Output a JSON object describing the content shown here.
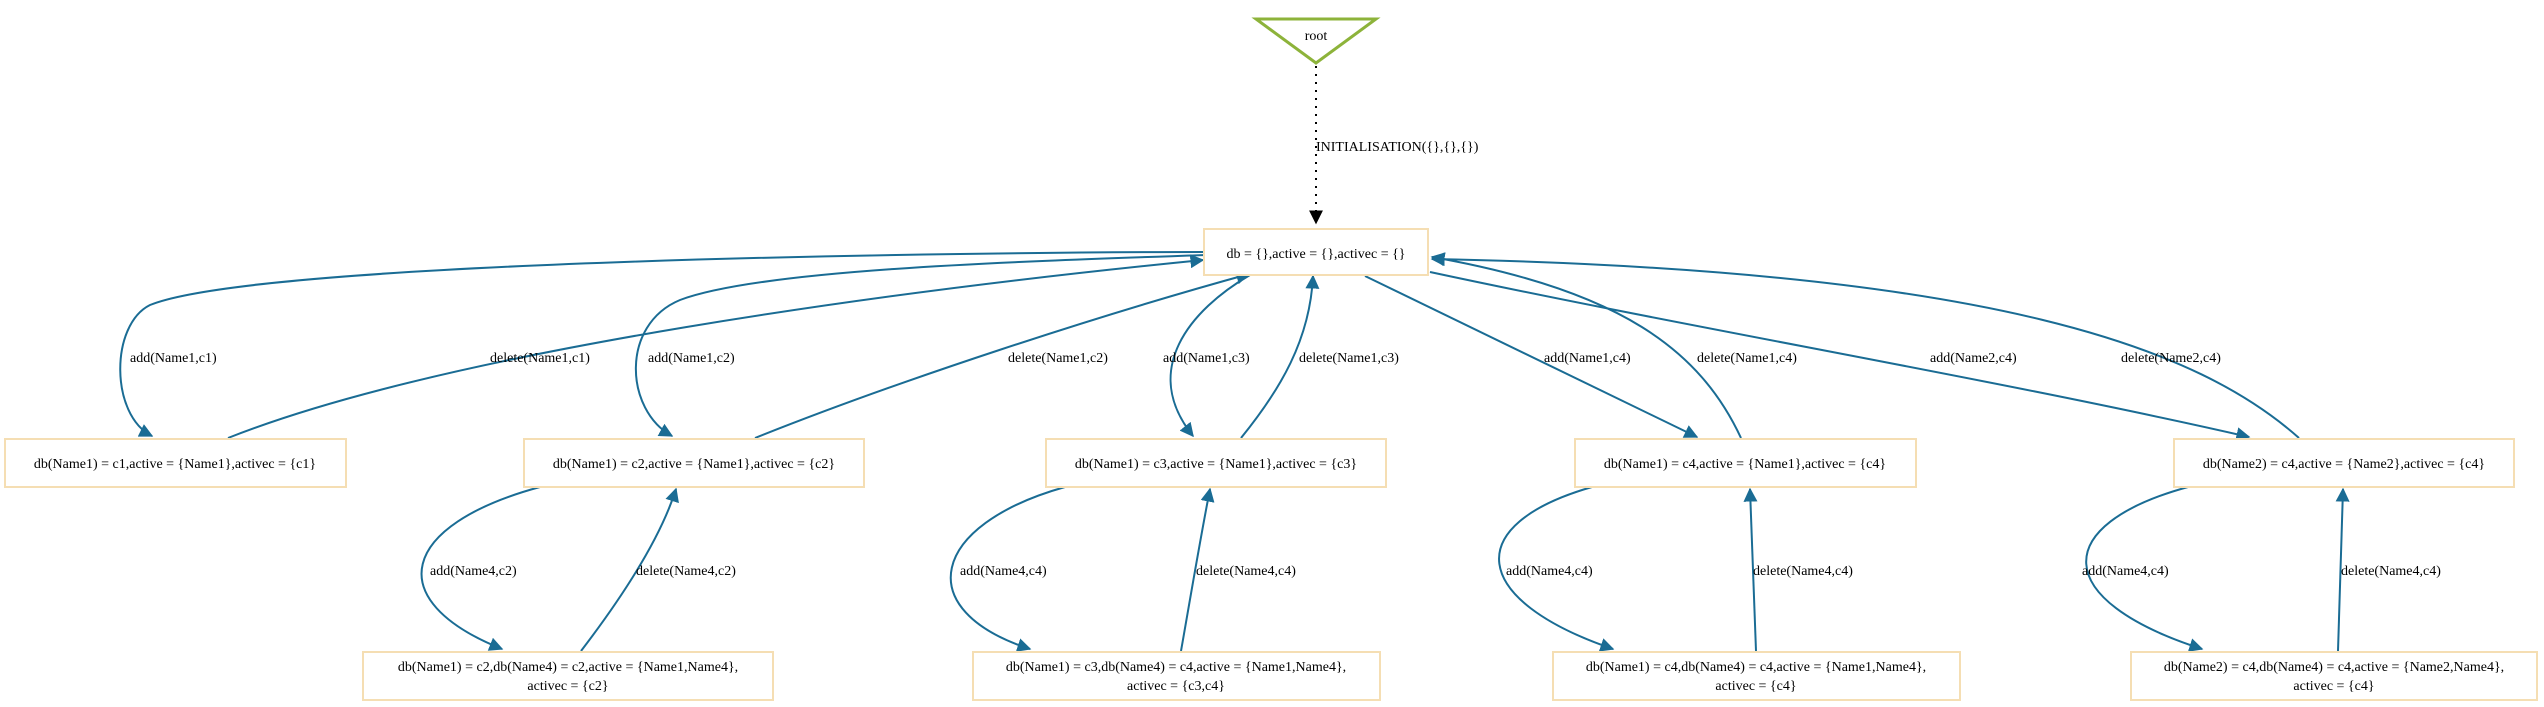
{
  "root": {
    "label": "root"
  },
  "initialisation_label": "INITIALISATION({},{},{})",
  "nodes": {
    "n0": {
      "label": "db = {},active = {},activec = {}"
    },
    "n1": {
      "label": "db(Name1) = c1,active = {Name1},activec = {c1}"
    },
    "n2": {
      "label": "db(Name1) = c2,active = {Name1},activec = {c2}"
    },
    "n3": {
      "label": "db(Name1) = c3,active = {Name1},activec = {c3}"
    },
    "n4": {
      "label": "db(Name1) = c4,active = {Name1},activec = {c4}"
    },
    "n5": {
      "label": "db(Name2) = c4,active = {Name2},activec = {c4}"
    },
    "n6": {
      "line1": "db(Name1) = c2,db(Name4) = c2,active = {Name1,Name4},",
      "line2": "activec = {c2}"
    },
    "n7": {
      "line1": "db(Name1) = c3,db(Name4) = c4,active = {Name1,Name4},",
      "line2": "activec = {c3,c4}"
    },
    "n8": {
      "line1": "db(Name1) = c4,db(Name4) = c4,active = {Name1,Name4},",
      "line2": "activec = {c4}"
    },
    "n9": {
      "line1": "db(Name2) = c4,db(Name4) = c4,active = {Name2,Name4},",
      "line2": "activec = {c4}"
    }
  },
  "edges": {
    "e1": "add(Name1,c1)",
    "e2": "delete(Name1,c1)",
    "e3": "add(Name1,c2)",
    "e4": "delete(Name1,c2)",
    "e5": "add(Name1,c3)",
    "e6": "delete(Name1,c3)",
    "e7": "add(Name1,c4)",
    "e8": "delete(Name1,c4)",
    "e9": "add(Name2,c4)",
    "e10": "delete(Name2,c4)",
    "e11": "add(Name4,c2)",
    "e12": "delete(Name4,c2)",
    "e13": "add(Name4,c4)",
    "e14": "delete(Name4,c4)",
    "e15": "add(Name4,c4)",
    "e16": "delete(Name4,c4)",
    "e17": "add(Name4,c4)",
    "e18": "delete(Name4,c4)"
  },
  "colors": {
    "edge": "#1a6c94",
    "node_border": "#f5deb3",
    "root_border": "#8db33a"
  }
}
